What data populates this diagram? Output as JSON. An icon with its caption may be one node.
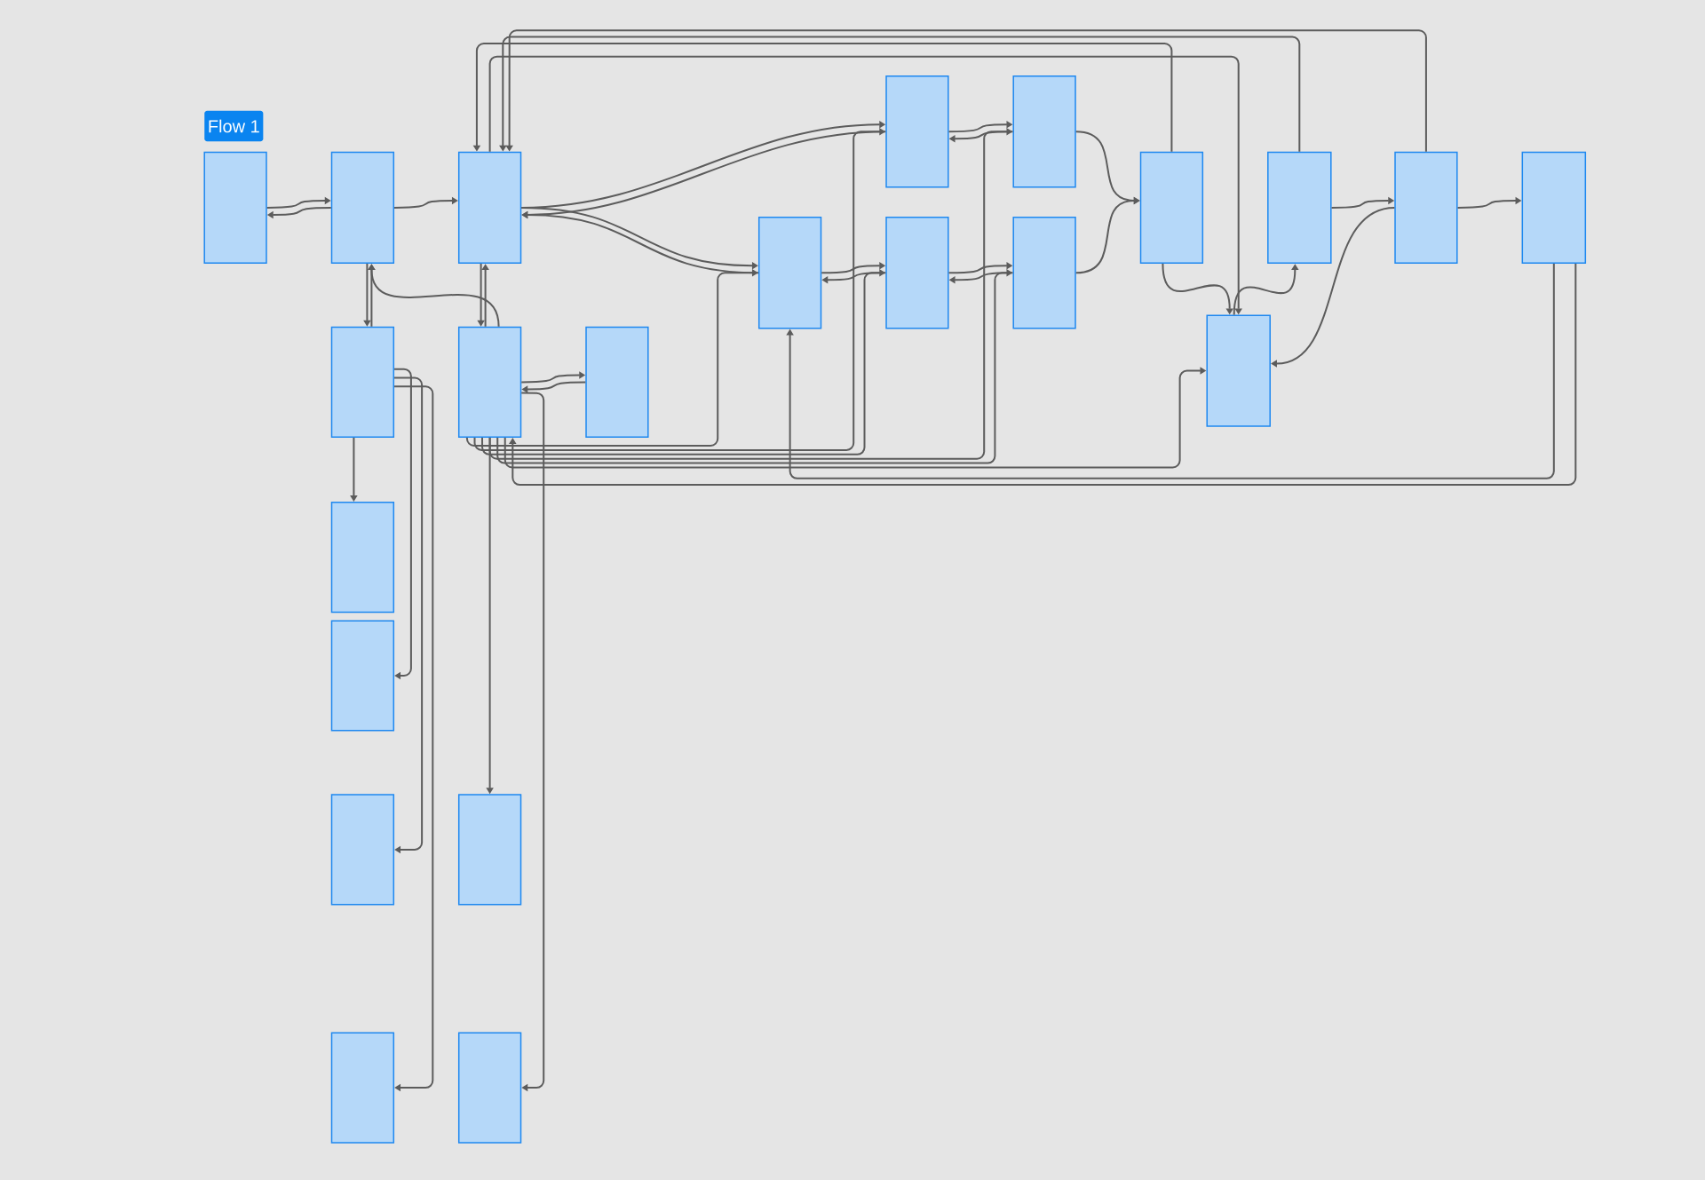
{
  "diagram": {
    "nodes": [
      {
        "text": [],
        "shape": "box"
      },
      {
        "text": [],
        "shape": "box"
      },
      {
        "text": [],
        "shape": "box"
      },
      {
        "text": [],
        "shape": "box"
      },
      {
        "text": [],
        "shape": "box"
      },
      {
        "text": [],
        "shape": "box"
      },
      {
        "text": [],
        "shape": "box"
      },
      {
        "text": [],
        "shape": "box"
      },
      {
        "text": [],
        "shape": "box"
      },
      {
        "text": [],
        "shape": "box"
      },
      {
        "text": [],
        "shape": "box"
      },
      {
        "text": [],
        "shape": "box"
      },
      {
        "text": [],
        "shape": "box"
      },
      {
        "text": [],
        "shape": "box"
      },
      {
        "text": [],
        "shape": "box"
      },
      {
        "text": [],
        "shape": "box"
      },
      {
        "text": [],
        "shape": "box"
      },
      {
        "text": [],
        "shape": "box"
      },
      {
        "text": [],
        "shape": "box"
      },
      {
        "text": [],
        "shape": "box"
      },
      {
        "text": [],
        "shape": "box"
      },
      {
        "text": [],
        "shape": "box"
      }
    ],
    "edges": [
      {
        "from": 0,
        "to": 1,
        "arrow": "to"
      },
      {
        "from": 1,
        "to": 0,
        "arrow": "to"
      },
      {
        "from": 1,
        "to": 2,
        "arrow": "to"
      },
      {
        "from": 1,
        "to": 3,
        "arrow": "to"
      },
      {
        "from": 3,
        "to": 1,
        "arrow": "to"
      },
      {
        "from": 3,
        "to": 16,
        "arrow": "to"
      },
      {
        "from": 3,
        "to": 17,
        "arrow": "to"
      },
      {
        "from": 3,
        "to": 18,
        "arrow": "to"
      },
      {
        "from": 3,
        "to": 20,
        "arrow": "to"
      },
      {
        "from": 4,
        "to": 1,
        "arrow": "to"
      },
      {
        "from": 2,
        "to": 4,
        "arrow": "to"
      },
      {
        "from": 4,
        "to": 2,
        "arrow": "to"
      },
      {
        "from": 4,
        "to": 19,
        "arrow": "to"
      },
      {
        "from": 4,
        "to": 21,
        "arrow": "to"
      },
      {
        "from": 2,
        "to": 7,
        "arrow": "to"
      },
      {
        "from": 2,
        "to": 6,
        "arrow": "to"
      },
      {
        "from": 7,
        "to": 2,
        "arrow": "to"
      },
      {
        "from": 6,
        "to": 2,
        "arrow": "to"
      },
      {
        "from": 2,
        "to": 15,
        "arrow": "to"
      },
      {
        "from": 4,
        "to": 5,
        "arrow": "to"
      },
      {
        "from": 5,
        "to": 4,
        "arrow": "to"
      },
      {
        "from": 4,
        "to": 6,
        "arrow": "to"
      },
      {
        "from": 4,
        "to": 7,
        "arrow": "to"
      },
      {
        "from": 4,
        "to": 8,
        "arrow": "to"
      },
      {
        "from": 4,
        "to": 9,
        "arrow": "to"
      },
      {
        "from": 4,
        "to": 10,
        "arrow": "to"
      },
      {
        "from": 4,
        "to": 15,
        "arrow": "to"
      },
      {
        "from": 6,
        "to": 8,
        "arrow": "to"
      },
      {
        "from": 8,
        "to": 6,
        "arrow": "to"
      },
      {
        "from": 7,
        "to": 9,
        "arrow": "to"
      },
      {
        "from": 9,
        "to": 7,
        "arrow": "to"
      },
      {
        "from": 8,
        "to": 10,
        "arrow": "to"
      },
      {
        "from": 10,
        "to": 8,
        "arrow": "to"
      },
      {
        "from": 9,
        "to": 11,
        "arrow": "to"
      },
      {
        "from": 10,
        "to": 11,
        "arrow": "to"
      },
      {
        "from": 11,
        "to": 15,
        "arrow": "to"
      },
      {
        "from": 15,
        "to": 12,
        "arrow": "to"
      },
      {
        "from": 12,
        "to": 13,
        "arrow": "to"
      },
      {
        "from": 13,
        "to": 15,
        "arrow": "to"
      },
      {
        "from": 13,
        "to": 14,
        "arrow": "to"
      },
      {
        "from": 14,
        "to": 6,
        "arrow": "to"
      },
      {
        "from": 11,
        "to": 2,
        "arrow": "to"
      },
      {
        "from": 12,
        "to": 2,
        "arrow": "to"
      },
      {
        "from": 13,
        "to": 2,
        "arrow": "to"
      },
      {
        "from": 14,
        "to": 4,
        "arrow": "to"
      }
    ],
    "labels": [
      "Flow 1"
    ]
  }
}
